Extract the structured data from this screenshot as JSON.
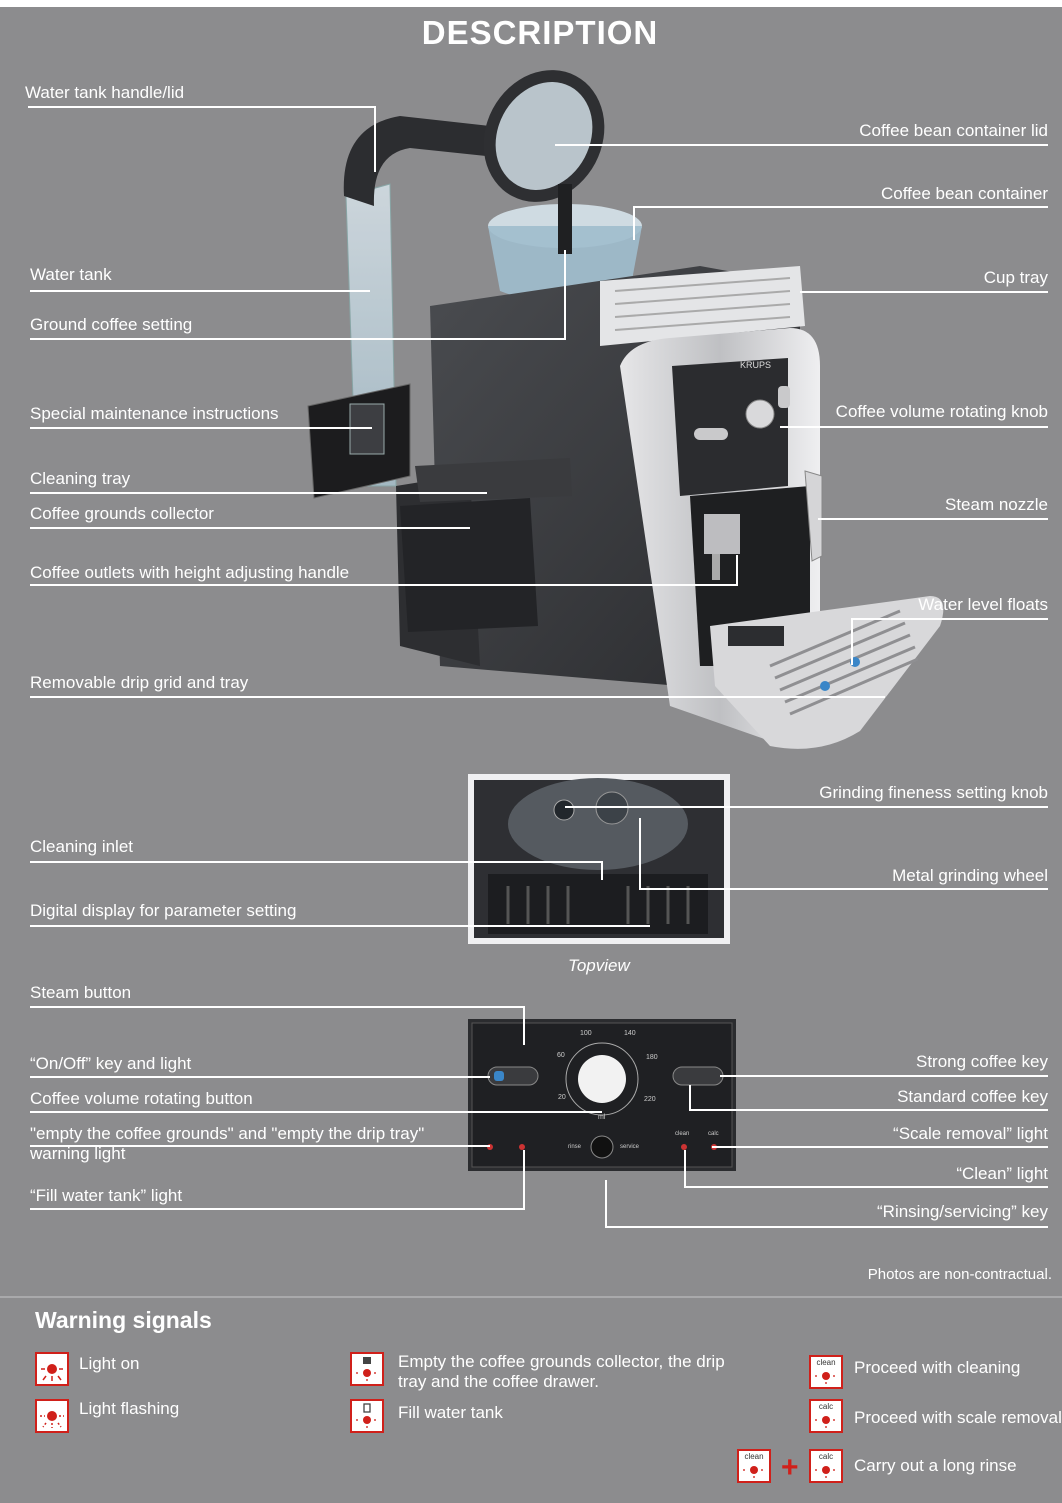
{
  "title": "DESCRIPTION",
  "labels": {
    "water_tank_handle": "Water tank handle/lid",
    "bean_lid": "Coffee bean container lid",
    "bean_container": "Coffee bean container",
    "water_tank": "Water tank",
    "cup_tray": "Cup tray",
    "ground_setting": "Ground coffee setting",
    "maintenance": "Special maintenance instructions",
    "volume_knob": "Coffee volume rotating knob",
    "cleaning_tray": "Cleaning tray",
    "grounds_collector": "Coffee grounds collector",
    "steam_nozzle": "Steam nozzle",
    "outlets": "Coffee outlets with height adjusting handle",
    "water_floats": "Water level floats",
    "drip_grid": "Removable drip grid and tray",
    "grinding_knob": "Grinding fineness setting knob",
    "cleaning_inlet": "Cleaning inlet",
    "metal_wheel": "Metal grinding wheel",
    "digital_display": "Digital display for parameter setting",
    "topview": "Topview",
    "steam_button": "Steam button",
    "on_off": "“On/Off” key and light",
    "strong_key": "Strong coffee key",
    "volume_button": "Coffee volume rotating button",
    "standard_key": "Standard coffee key",
    "empty_warning": "\"empty the coffee grounds\" and \"empty the drip tray\" warning light",
    "scale_light": "“Scale removal” light",
    "clean_light": "“Clean” light",
    "fill_water": "“Fill water tank” light",
    "rinsing_key": "“Rinsing/servicing” key",
    "disclaimer": "Photos are non-contractual."
  },
  "photo_text": {
    "brand": "KRUPS",
    "dial_100": "100",
    "dial_140": "140",
    "dial_60": "60",
    "dial_180": "180",
    "dial_20": "20",
    "dial_220": "220",
    "dial_ml": "ml",
    "rinse": "rinse",
    "service": "service",
    "clean": "clean",
    "calc": "calc"
  },
  "warnings": {
    "title": "Warning signals",
    "light_on": "Light on",
    "light_flashing": "Light flashing",
    "empty_grounds": "Empty the coffee grounds collector, the drip tray and the coffee drawer.",
    "fill_tank": "Fill water tank",
    "proceed_cleaning": "Proceed with cleaning",
    "proceed_scale": "Proceed with scale removal",
    "long_rinse": "Carry out a long rinse",
    "icon_clean": "clean",
    "icon_calc": "calc",
    "plus": "+"
  },
  "colors": {
    "background": "#8c8c8e",
    "signal_red": "#d0201a",
    "text": "#ffffff"
  },
  "icons": [
    "light-on-icon",
    "light-flashing-icon",
    "grounds-collector-icon",
    "water-tank-icon",
    "clean-icon",
    "calc-icon"
  ]
}
